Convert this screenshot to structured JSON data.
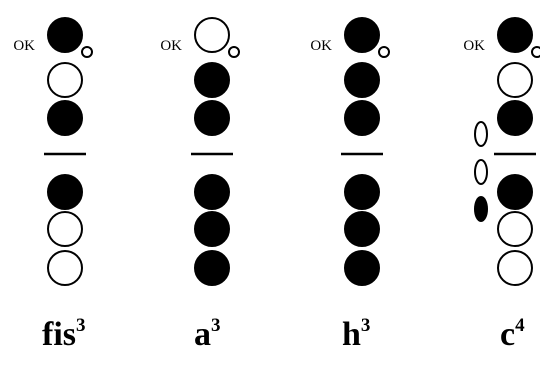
{
  "fingering_charts": [
    {
      "note": "fis",
      "octave": "3",
      "register_key_label": "OK",
      "thumb_hole": "closed",
      "register_key": "open",
      "upper_holes": [
        "open",
        "closed"
      ],
      "lower_holes": [
        "closed",
        "open",
        "open"
      ],
      "trill_keys": []
    },
    {
      "note": "a",
      "octave": "3",
      "register_key_label": "OK",
      "thumb_hole": "open",
      "register_key": "open",
      "upper_holes": [
        "closed",
        "closed"
      ],
      "lower_holes": [
        "closed",
        "closed",
        "closed"
      ],
      "trill_keys": []
    },
    {
      "note": "h",
      "octave": "3",
      "register_key_label": "OK",
      "thumb_hole": "closed",
      "register_key": "open",
      "upper_holes": [
        "closed",
        "closed"
      ],
      "lower_holes": [
        "closed",
        "closed",
        "closed"
      ],
      "trill_keys": []
    },
    {
      "note": "c",
      "octave": "4",
      "register_key_label": "OK",
      "thumb_hole": "closed",
      "register_key": "open",
      "upper_holes": [
        "open",
        "closed"
      ],
      "lower_holes": [
        "closed",
        "open",
        "open"
      ],
      "trill_keys": [
        "open",
        "open",
        "closed"
      ]
    }
  ],
  "colors": {
    "ink": "#000000",
    "paper": "#ffffff"
  }
}
